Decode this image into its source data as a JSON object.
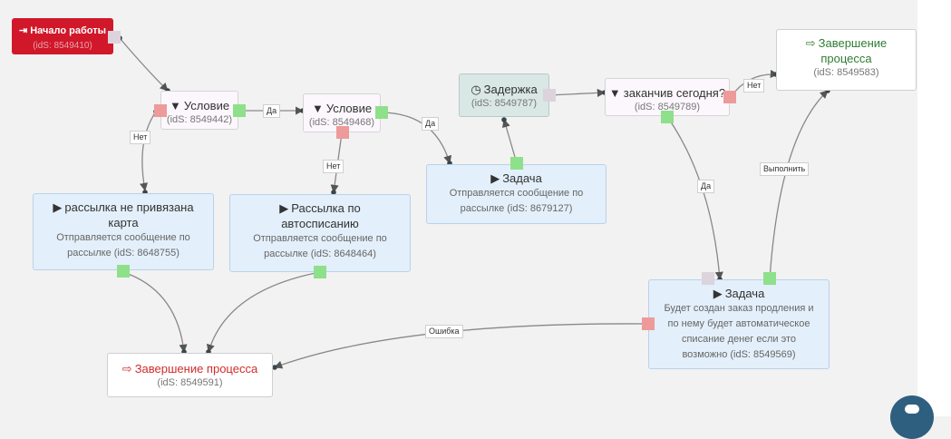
{
  "nodes": {
    "start": {
      "icon": "sign-in-icon",
      "title": "Начало работы",
      "sub": "(idS: 8549410)"
    },
    "cond1": {
      "icon": "filter-icon",
      "title": "Условие",
      "sub": "(idS: 8549442)"
    },
    "cond2": {
      "icon": "filter-icon",
      "title": "Условие",
      "sub": "(idS: 8549468)"
    },
    "delay": {
      "icon": "clock-icon",
      "title": "Задержка",
      "sub": "(idS: 8549787)"
    },
    "cond3": {
      "icon": "filter-icon",
      "title": "заканчив сегодня?",
      "sub": "(idS: 8549789)"
    },
    "end_top": {
      "icon": "sign-out-icon",
      "title": "Завершение процесса",
      "sub": "(idS: 8549583)"
    },
    "task_mid": {
      "icon": "play-icon",
      "title": "Задача",
      "desc": "Отправляется сообщение по рассылке (idS: 8679127)"
    },
    "mail1": {
      "icon": "play-icon",
      "title": "рассылка не привязана карта",
      "desc": "Отправляется сообщение по рассылке (idS: 8648755)"
    },
    "mail2": {
      "icon": "play-icon",
      "title": "Рассылка по автосписанию",
      "desc": "Отправляется сообщение по рассылке (idS: 8648464)"
    },
    "task_right": {
      "icon": "play-icon",
      "title": "Задача",
      "desc": "Будет создан заказ продления и по нему будет автоматическое списание денег если это возможно (idS: 8549569)"
    },
    "end_bottom": {
      "icon": "sign-out-icon",
      "title": "Завершение процесса",
      "sub": "(idS: 8549591)"
    }
  },
  "link_labels": {
    "cond1_yes": "Да",
    "cond1_no": "Нет",
    "cond2_yes": "Да",
    "cond2_no": "Нет",
    "cond3_no": "Нет",
    "cond3_yes": "Да",
    "task_right_done": "Выполнить",
    "task_right_error": "Ошибка"
  },
  "colors": {
    "start_bg": "#d0182a",
    "task_bg": "#e3effa",
    "delay_bg": "#d9e8e4",
    "port_success": "#8fe08a",
    "port_fail": "#ee9a9a",
    "port_input": "#dcd3dc",
    "end_red_text": "#d22b2b",
    "end_green_text": "#2e7d32"
  }
}
